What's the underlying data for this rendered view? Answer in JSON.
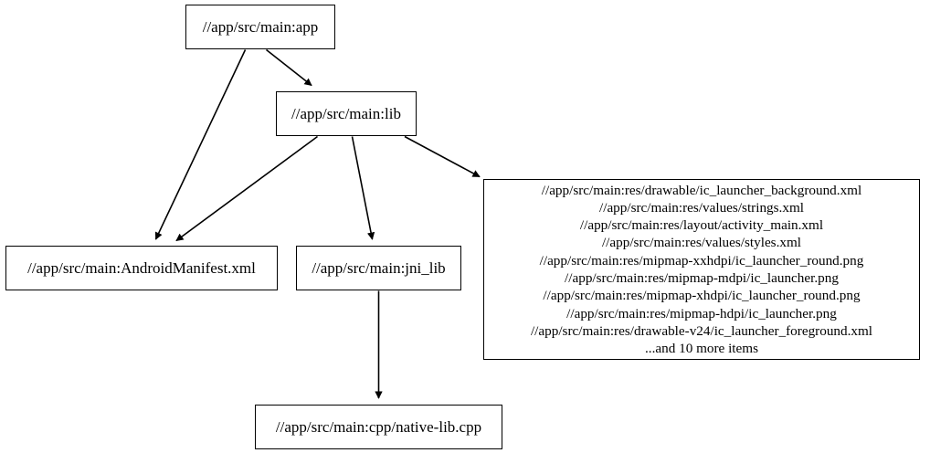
{
  "graph": {
    "type": "directed-dependency-graph",
    "background_color": "#ffffff",
    "node_border_color": "#000000",
    "node_fill_color": "#ffffff",
    "edge_color": "#000000",
    "nodes": [
      {
        "id": "app",
        "label": "//app/src/main:app"
      },
      {
        "id": "lib",
        "label": "//app/src/main:lib"
      },
      {
        "id": "manifest",
        "label": "//app/src/main:AndroidManifest.xml"
      },
      {
        "id": "jni",
        "label": "//app/src/main:jni_lib"
      },
      {
        "id": "cpp",
        "label": "//app/src/main:cpp/native-lib.cpp"
      },
      {
        "id": "res",
        "label": "//app/src/main:res/drawable/ic_launcher_background.xml\n//app/src/main:res/values/strings.xml\n//app/src/main:res/layout/activity_main.xml\n//app/src/main:res/values/styles.xml\n//app/src/main:res/mipmap-xxhdpi/ic_launcher_round.png\n//app/src/main:res/mipmap-mdpi/ic_launcher.png\n//app/src/main:res/mipmap-xhdpi/ic_launcher_round.png\n//app/src/main:res/mipmap-hdpi/ic_launcher.png\n//app/src/main:res/drawable-v24/ic_launcher_foreground.xml\n...and 10 more items",
        "lines": [
          "//app/src/main:res/drawable/ic_launcher_background.xml",
          "//app/src/main:res/values/strings.xml",
          "//app/src/main:res/layout/activity_main.xml",
          "//app/src/main:res/values/styles.xml",
          "//app/src/main:res/mipmap-xxhdpi/ic_launcher_round.png",
          "//app/src/main:res/mipmap-mdpi/ic_launcher.png",
          "//app/src/main:res/mipmap-xhdpi/ic_launcher_round.png",
          "//app/src/main:res/mipmap-hdpi/ic_launcher.png",
          "//app/src/main:res/drawable-v24/ic_launcher_foreground.xml",
          "...and 10 more items"
        ]
      }
    ],
    "edges": [
      {
        "from": "app",
        "to": "lib"
      },
      {
        "from": "app",
        "to": "manifest"
      },
      {
        "from": "lib",
        "to": "manifest"
      },
      {
        "from": "lib",
        "to": "jni"
      },
      {
        "from": "lib",
        "to": "res"
      },
      {
        "from": "jni",
        "to": "cpp"
      }
    ]
  }
}
